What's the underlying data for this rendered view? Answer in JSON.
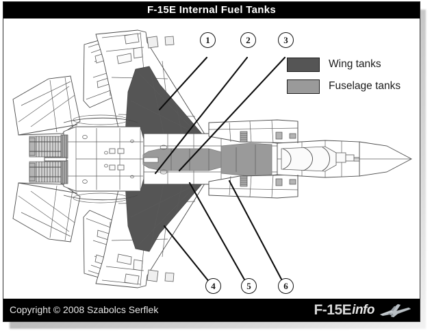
{
  "window": {
    "title": "F-15E Internal Fuel Tanks"
  },
  "footer": {
    "copyright": "Copyright © 2008 Szabolcs Serflek",
    "brand_main": "F-15E",
    "brand_suffix": "info",
    "jet_icon": "fighter-jet-icon"
  },
  "legend": {
    "items": [
      {
        "label": "Wing tanks",
        "color": "#555555"
      },
      {
        "label": "Fuselage tanks",
        "color": "#9a9a9a"
      }
    ]
  },
  "callouts": [
    {
      "number": "1"
    },
    {
      "number": "2"
    },
    {
      "number": "3"
    },
    {
      "number": "4"
    },
    {
      "number": "5"
    },
    {
      "number": "6"
    }
  ],
  "colors": {
    "wing_tank": "#555555",
    "fuselage_tank": "#9a9a9a",
    "outline": "#3b3b3b",
    "bar_background": "#000000",
    "bar_text": "#ffffff",
    "panel_background": "#ffffff"
  },
  "diagram": {
    "subject": "F-15E Strike Eagle top-view plan",
    "view": "planform-top-view",
    "orientation": "nose-right"
  }
}
